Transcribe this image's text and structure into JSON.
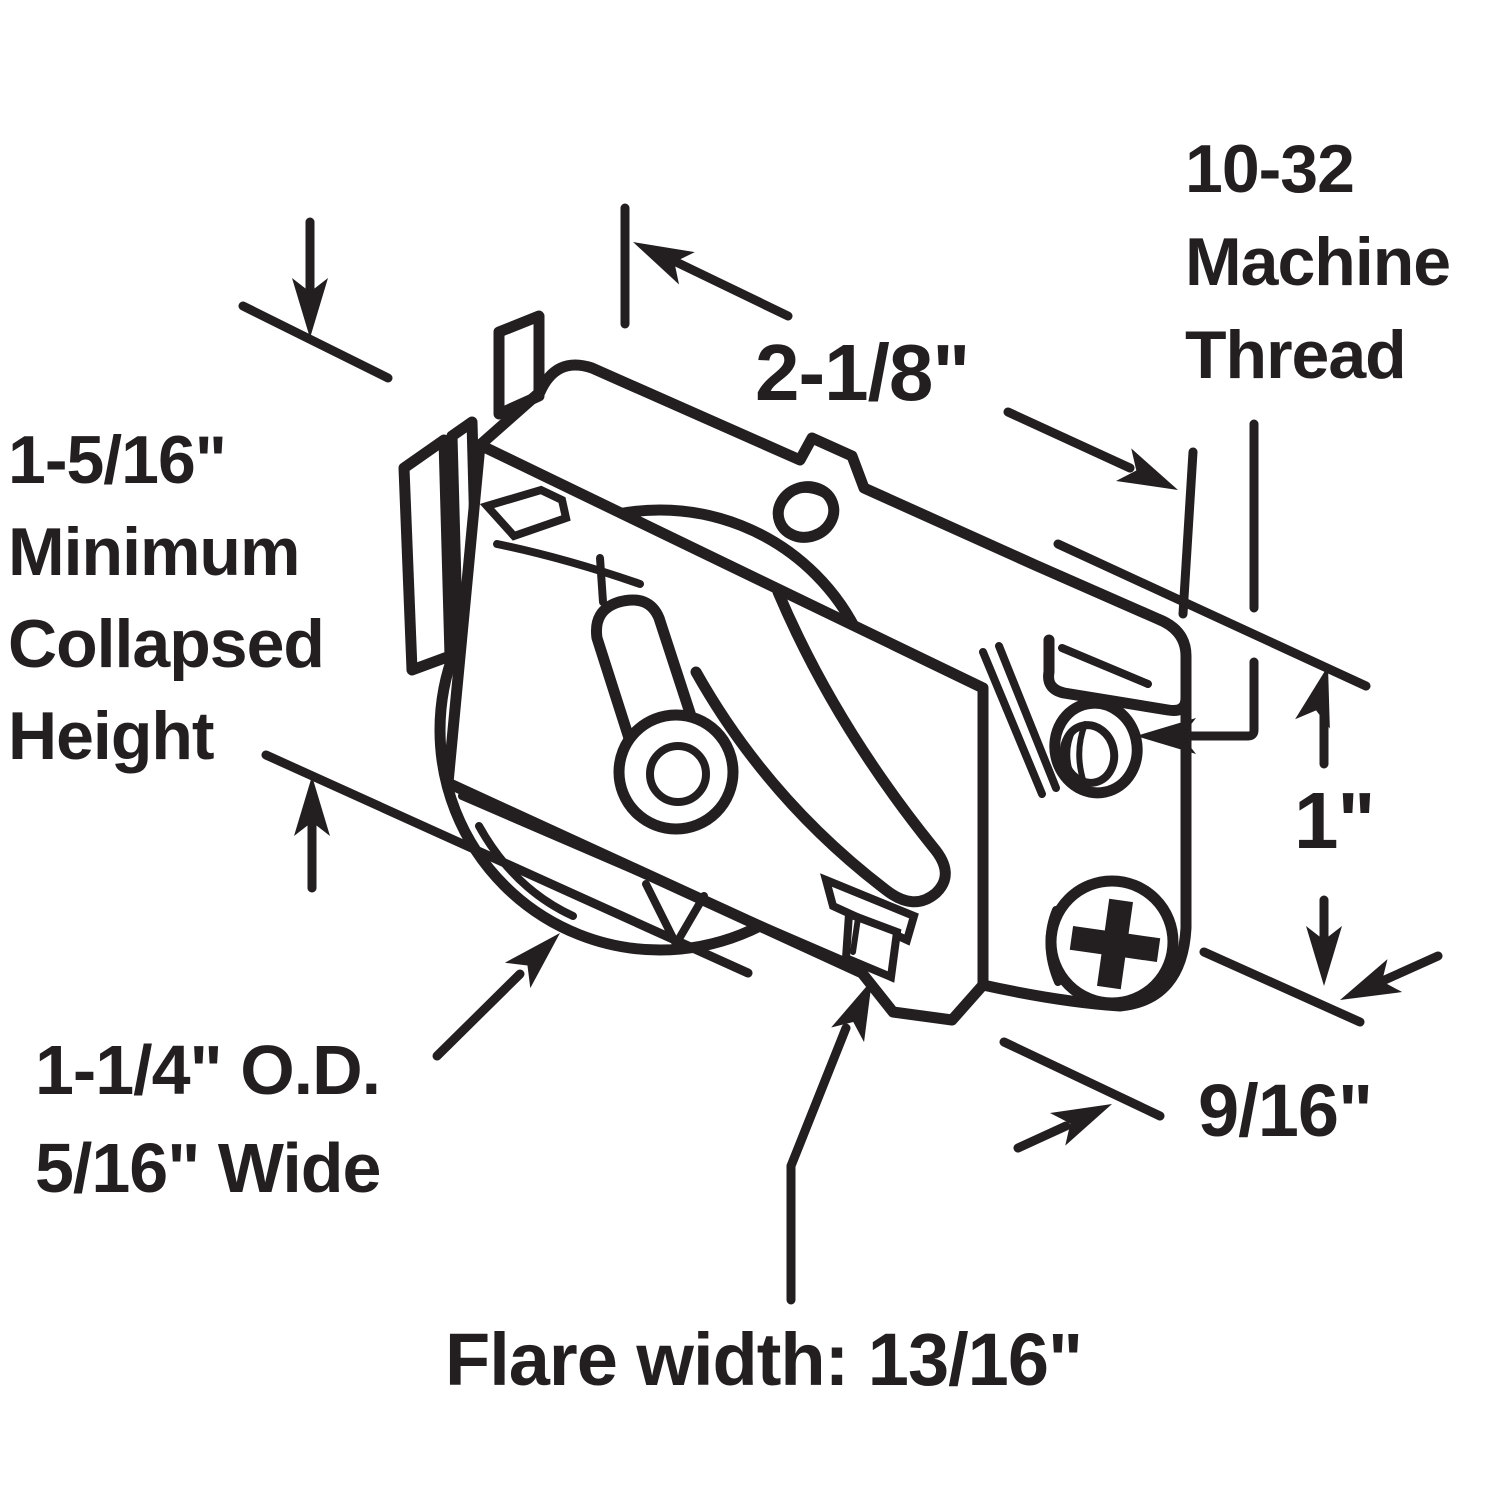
{
  "title": "Sliding glass door roller assembly dimension diagram",
  "colors": {
    "ink": "#231f20",
    "paper": "#ffffff"
  },
  "labels": {
    "min_collapsed_height": [
      "1-5/16\"",
      "Minimum",
      "Collapsed",
      "Height"
    ],
    "body_length": "2-1/8\"",
    "machine_thread": [
      "10-32",
      "Machine",
      "Thread"
    ],
    "edge_height": "1\"",
    "edge_offset": "9/16\"",
    "roller": [
      "1-1/4\" O.D.",
      "5/16\" Wide"
    ],
    "flare_width": "Flare width: 13/16\""
  }
}
